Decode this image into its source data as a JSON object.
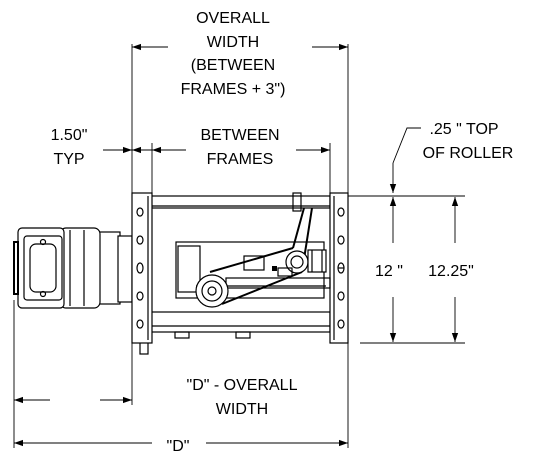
{
  "labels": {
    "overall_width_1": "OVERALL",
    "overall_width_2": "WIDTH",
    "overall_width_3": "(BETWEEN",
    "overall_width_4": "FRAMES + 3\")",
    "typ_1": "1.50\"",
    "typ_2": "TYP",
    "between_1": "BETWEEN",
    "between_2": "FRAMES",
    "top_roller_1": ".25 \" TOP",
    "top_roller_2": "OF ROLLER",
    "height_12": "12 \"",
    "height_1225": "12.25\"",
    "d_overall_1": "\"D\" - OVERALL",
    "d_overall_2": "WIDTH",
    "d_total": "\"D\""
  }
}
